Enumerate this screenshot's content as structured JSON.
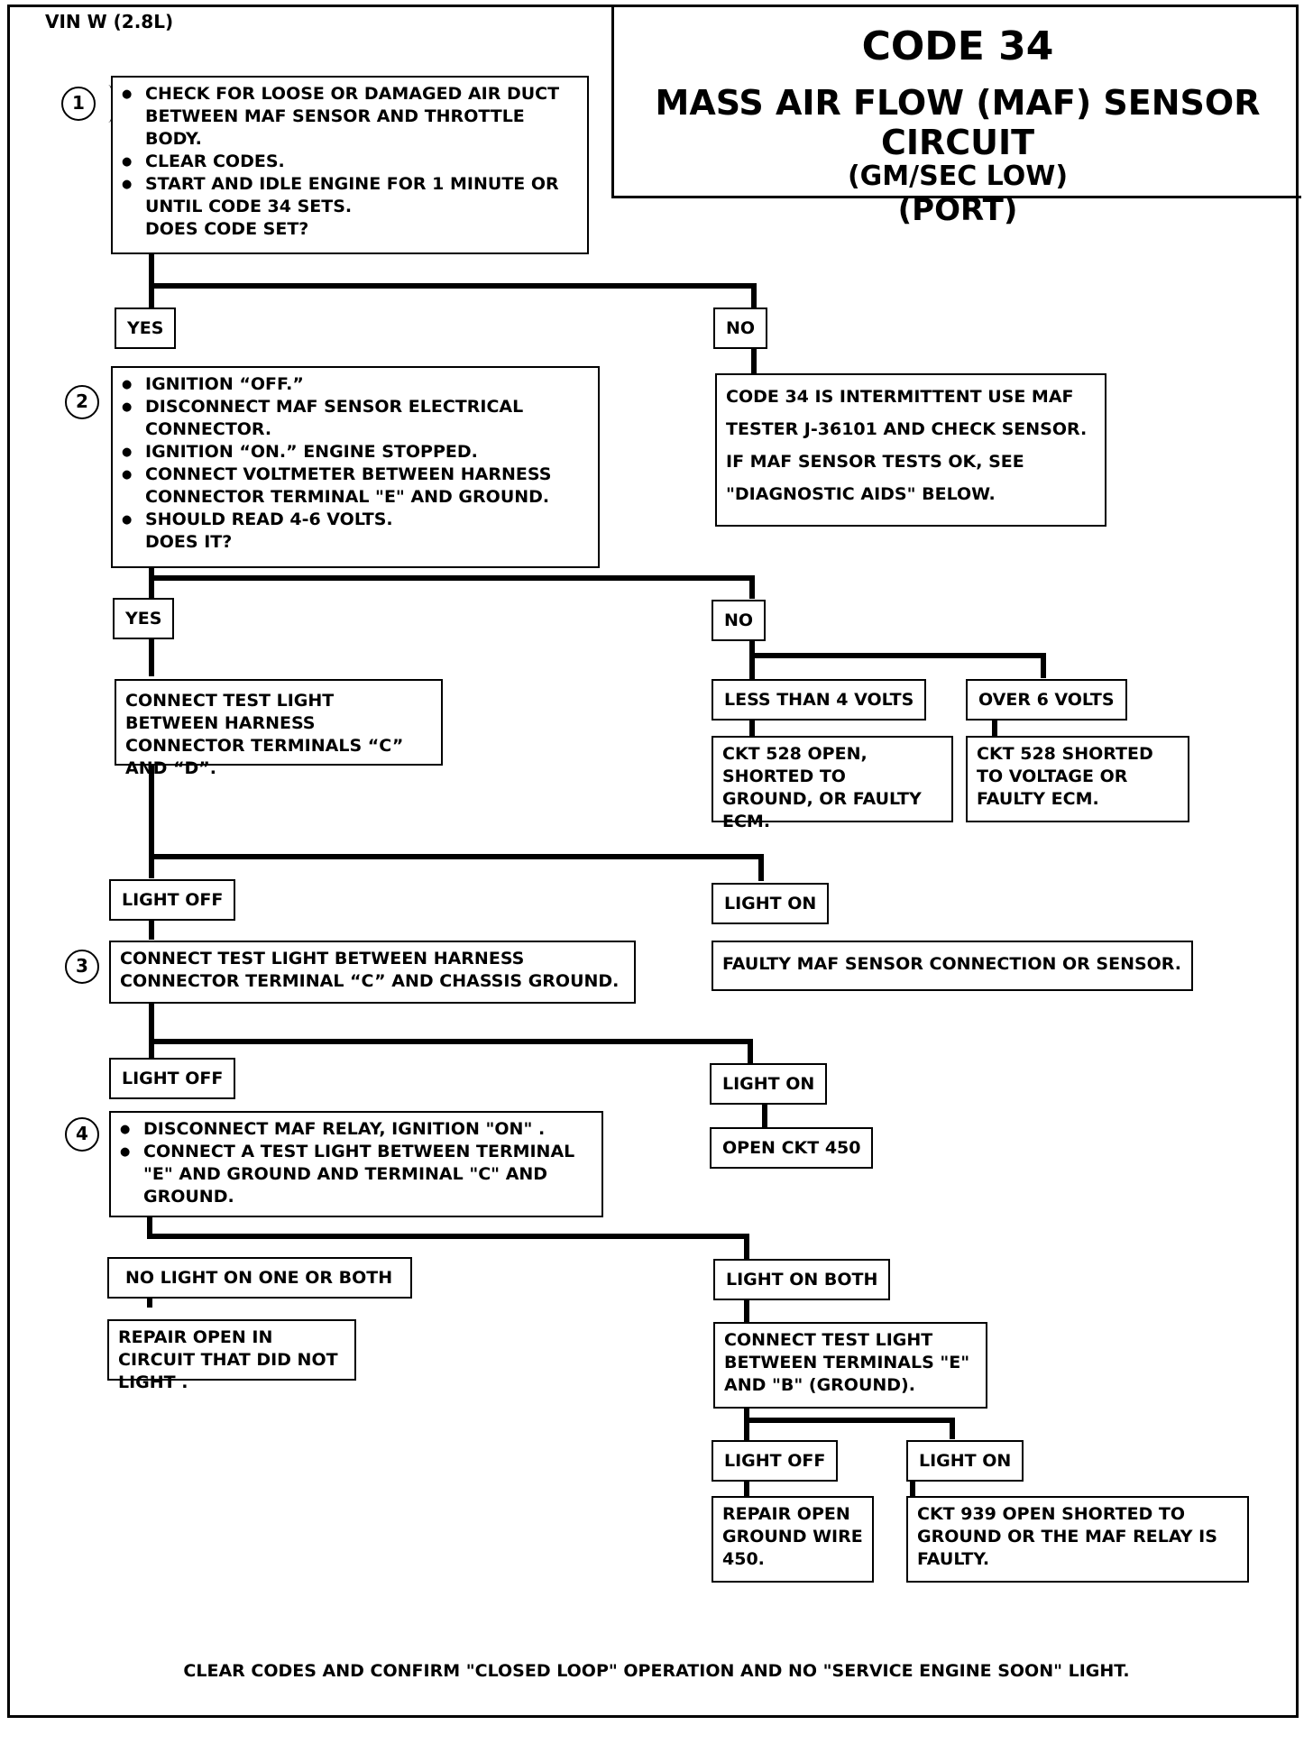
{
  "header": {
    "vin": "VIN W (2.8L)",
    "code": "CODE 34",
    "circuit": "MASS AIR FLOW (MAF) SENSOR CIRCUIT",
    "condition": "(GM/SEC LOW)",
    "system": "(PORT)"
  },
  "steps": {
    "s1": {
      "num": "1",
      "items": [
        "CHECK FOR LOOSE OR DAMAGED AIR DUCT BETWEEN MAF SENSOR AND THROTTLE BODY.",
        "CLEAR CODES.",
        "START AND IDLE ENGINE FOR 1 MINUTE OR UNTIL CODE 34 SETS."
      ],
      "question": "DOES CODE SET?"
    },
    "s2": {
      "num": "2",
      "items": [
        "IGNITION “OFF.”",
        "DISCONNECT MAF SENSOR ELECTRICAL CONNECTOR.",
        "IGNITION “ON.”  ENGINE STOPPED.",
        "CONNECT VOLTMETER BETWEEN HARNESS CONNECTOR TERMINAL \"E\" AND GROUND.",
        "SHOULD READ 4-6 VOLTS."
      ],
      "question": "DOES IT?"
    },
    "s3": {
      "num": "3",
      "text": "CONNECT TEST LIGHT BETWEEN HARNESS CONNECTOR TERMINAL “C” AND CHASSIS GROUND."
    },
    "s4": {
      "num": "4",
      "items": [
        "DISCONNECT MAF RELAY, IGNITION \"ON\" .",
        "CONNECT A TEST LIGHT BETWEEN TERMINAL \"E\"  AND GROUND  AND TERMINAL \"C\" AND GROUND."
      ]
    }
  },
  "labels": {
    "yes1": "YES",
    "no1": "NO",
    "yes2": "YES",
    "no2": "NO",
    "less4": "LESS THAN 4 VOLTS",
    "over6": "OVER 6 VOLTS",
    "light_off_1": "LIGHT OFF",
    "light_on_1": "LIGHT ON",
    "light_off_2": "LIGHT OFF",
    "light_on_2": "LIGHT ON",
    "no_light": "NO LIGHT ON ONE OR BOTH",
    "light_both": "LIGHT ON BOTH",
    "light_off_3": "LIGHT OFF",
    "light_on_3": "LIGHT ON"
  },
  "results": {
    "intermittent": [
      "CODE 34 IS INTERMITTENT  USE  MAF",
      "TESTER J-36101  AND CHECK SENSOR.",
      "IF  MAF  SENSOR TESTS OK, SEE",
      "\"DIAGNOSTIC AIDS\" BELOW."
    ],
    "connect_cd": "CONNECT TEST LIGHT BETWEEN HARNESS CONNECTOR TERMINALS “C” AND “D”.",
    "ckt528_open": "CKT 528 OPEN, SHORTED TO GROUND, OR FAULTY ECM.",
    "ckt528_short": "CKT 528 SHORTED TO VOLTAGE OR FAULTY ECM.",
    "faulty_maf": "FAULTY MAF SENSOR CONNECTION OR SENSOR.",
    "open450": "OPEN CKT 450",
    "repair_open": "REPAIR OPEN IN CIRCUIT THAT DID NOT LIGHT .",
    "connect_eb": "CONNECT TEST LIGHT BETWEEN TERMINALS \"E\" AND  \"B\" (GROUND).",
    "repair_ground": "REPAIR OPEN GROUND WIRE 450.",
    "ckt939": "CKT 939 OPEN SHORTED TO GROUND OR THE MAF  RELAY IS FAULTY."
  },
  "footer": "CLEAR CODES AND CONFIRM \"CLOSED LOOP\"  OPERATION AND NO \"SERVICE ENGINE SOON\" LIGHT."
}
